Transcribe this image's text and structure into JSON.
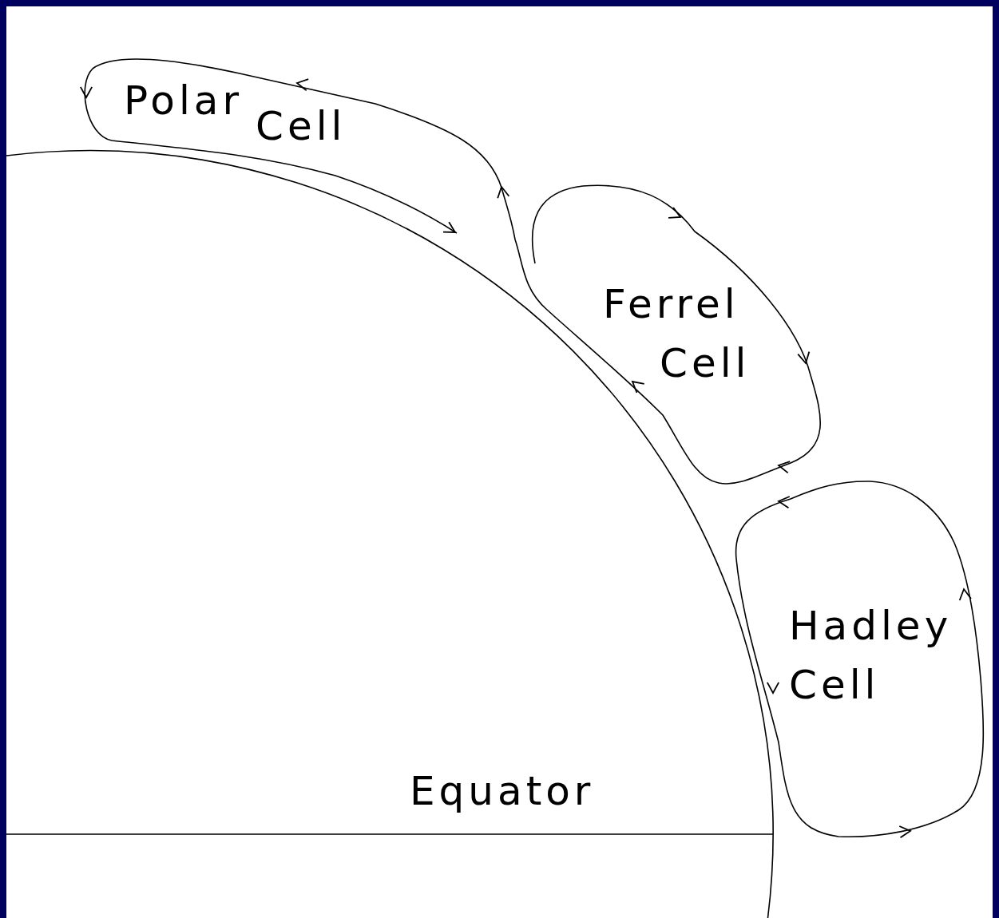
{
  "diagram": {
    "nodes": [
      {
        "text": [
          "Polar Cell"
        ]
      },
      {
        "text": [
          "Ferrel Cell"
        ]
      },
      {
        "text": [
          "Hadley Cell"
        ]
      }
    ],
    "labels": [
      "Equator"
    ]
  }
}
